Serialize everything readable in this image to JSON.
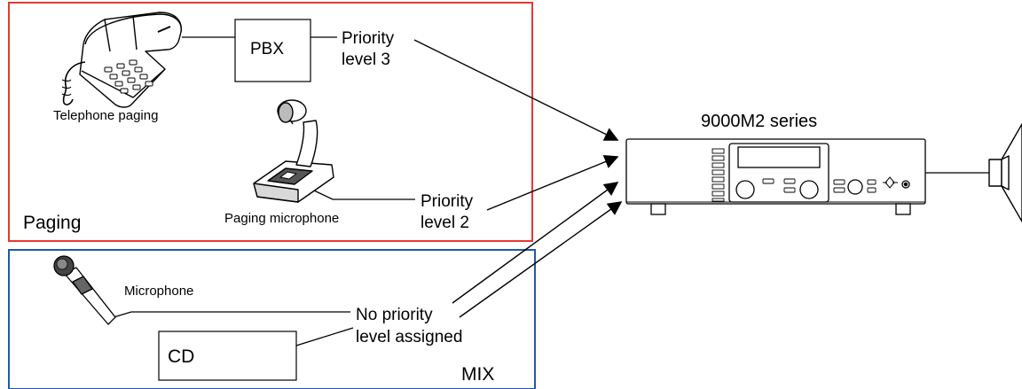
{
  "groups": {
    "paging": {
      "label": "Paging",
      "border_color": "#e53935"
    },
    "mix": {
      "label": "MIX",
      "border_color": "#1e5aa8"
    }
  },
  "devices": {
    "telephone": {
      "label": "Telephone paging",
      "icon": "telephone-icon"
    },
    "pbx": {
      "label": "PBX"
    },
    "paging_mic": {
      "label": "Paging microphone",
      "icon": "desk-microphone-icon"
    },
    "microphone": {
      "label": "Microphone",
      "icon": "handheld-microphone-icon"
    },
    "cd": {
      "label": "CD"
    },
    "amplifier": {
      "label": "9000M2 series",
      "icon": "amplifier-unit-icon"
    },
    "speaker": {
      "icon": "horn-speaker-icon"
    }
  },
  "priorities": {
    "level3": {
      "line1": "Priority",
      "line2": "level 3"
    },
    "level2": {
      "line1": "Priority",
      "line2": "level 2"
    },
    "unassigned": {
      "line1": "No priority",
      "line2": "level assigned"
    }
  }
}
